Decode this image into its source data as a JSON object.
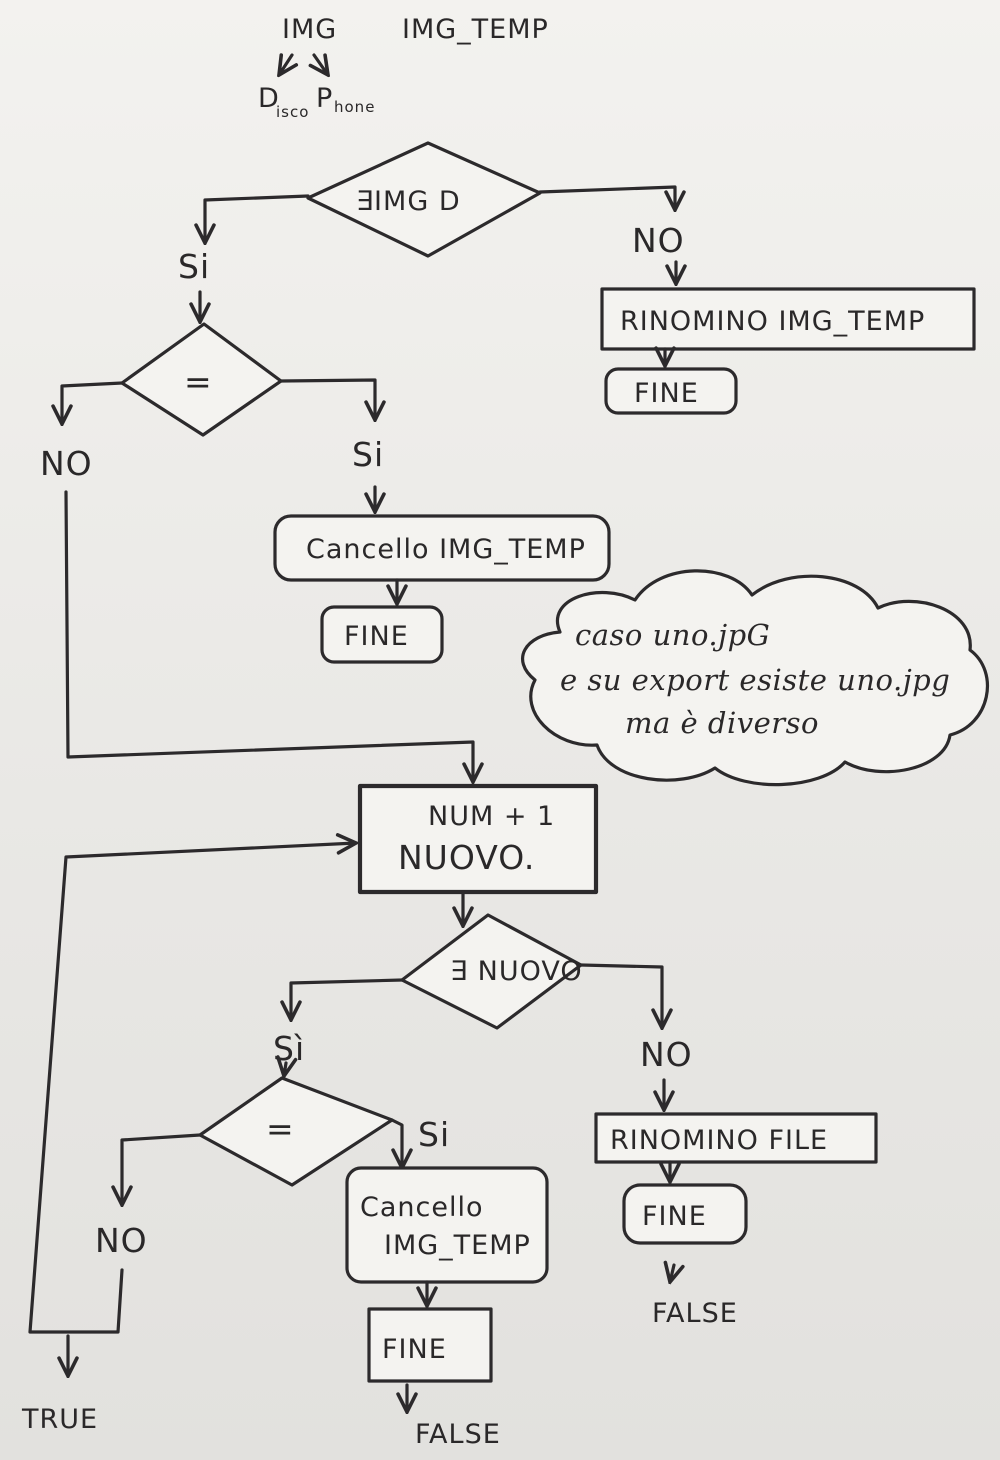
{
  "header": {
    "img": "IMG",
    "img_temp": "IMG_TEMP",
    "disco_d": "D",
    "disco_sub": "isco",
    "phone_p": "P",
    "phone_sub": "hone"
  },
  "diamonds": {
    "exists_img_d": "∃IMG D",
    "equal_1": "=",
    "exists_nuovo": "∃ NUOVO",
    "equal_2": "="
  },
  "branches": {
    "si_1": "Si",
    "no_1": "NO",
    "no_2": "NO",
    "si_2": "Si",
    "si_3": "Sì",
    "no_3": "NO",
    "no_4": "NO",
    "si_4": "Si"
  },
  "boxes": {
    "rinomino_img_temp": "RINOMINO IMG_TEMP",
    "cancello_img_temp_1": "Cancello IMG_TEMP",
    "num_plus_1": "NUM + 1",
    "nuovo": "NUOVO.",
    "rinomino_file": "RINOMINO FILE",
    "cancello_line1": "Cancello",
    "cancello_line2": "IMG_TEMP"
  },
  "terminals": {
    "fine_1": "FINE",
    "fine_2": "FINE",
    "fine_3": "FINE",
    "fine_4": "FINE"
  },
  "results": {
    "true": "TRUE",
    "false_1": "FALSE",
    "false_2": "FALSE"
  },
  "note": {
    "line1": "caso uno.jpG",
    "line2": "e su export esiste uno.jpg",
    "line3": "ma è diverso"
  }
}
